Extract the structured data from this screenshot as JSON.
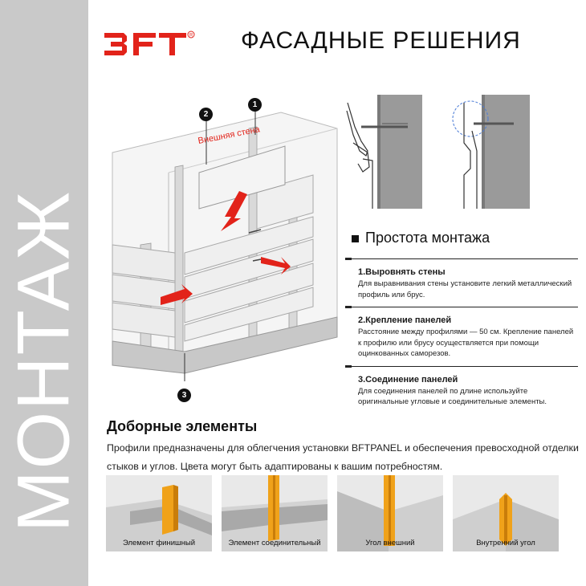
{
  "side_title": "МОНТАЖ",
  "brand": {
    "logo_text": "BFT",
    "accent": "#e2231a"
  },
  "page_title": "ФАСАДНЫЕ РЕШЕНИЯ",
  "diagram": {
    "wall_label": "Внешняя стена",
    "callouts": [
      "1",
      "2",
      "3"
    ]
  },
  "section_heading": "Простота монтажа",
  "steps": [
    {
      "title": "1.Выровнять стены",
      "text": "Для выравнивания стены установите легкий металлический профиль или брус."
    },
    {
      "title": "2.Крепление панелей",
      "text": "Расстояние между профилями — 50 см. Крепление панелей к профилю или брусу осуществляется при помощи оцинкованных саморезов."
    },
    {
      "title": "3.Соединение панелей",
      "text": "Для соединения панелей по длине используйте оригинальные угловые и соединительные элементы."
    }
  ],
  "accessories_heading": "Доборные элементы",
  "accessories_text": "Профили предназначены для облегчения установки BFTPANEL и обеспечения превосходной отделки стыков и углов. Цвета могут быть адаптированы к вашим потребностям.",
  "accessories": [
    {
      "label": "Элемент финишный"
    },
    {
      "label": "Элемент соединительный"
    },
    {
      "label": "Угол внешний"
    },
    {
      "label": "Внутренний угол"
    }
  ],
  "colors": {
    "band": "#c9c9c9",
    "profile": "#f0a21a",
    "arrow": "#e2231a"
  }
}
